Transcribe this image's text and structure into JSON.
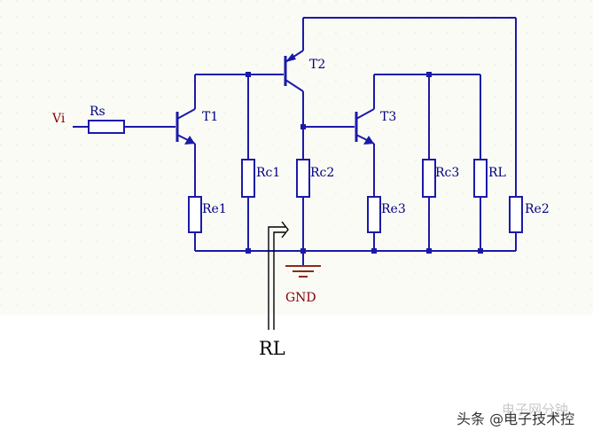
{
  "labels": {
    "input": "Vi",
    "rs": "Rs",
    "t1": "T1",
    "t2": "T2",
    "t3": "T3",
    "re1": "Re1",
    "rc1": "Rc1",
    "rc2": "Rc2",
    "re3": "Re3",
    "rc3": "Rc3",
    "rl": "RL",
    "re2": "Re2",
    "gnd": "GND",
    "rl_pointer": "RL"
  },
  "watermark": {
    "text": "头条 @电子技术控",
    "overlay": "电子网分钟"
  },
  "colors": {
    "wire": "#1a1aa8",
    "resistor_fill": "#ffffff",
    "ground": "#8b2a1a",
    "label_blue": "#000080",
    "label_red": "#800000",
    "sheet": "#fbfbf6"
  }
}
